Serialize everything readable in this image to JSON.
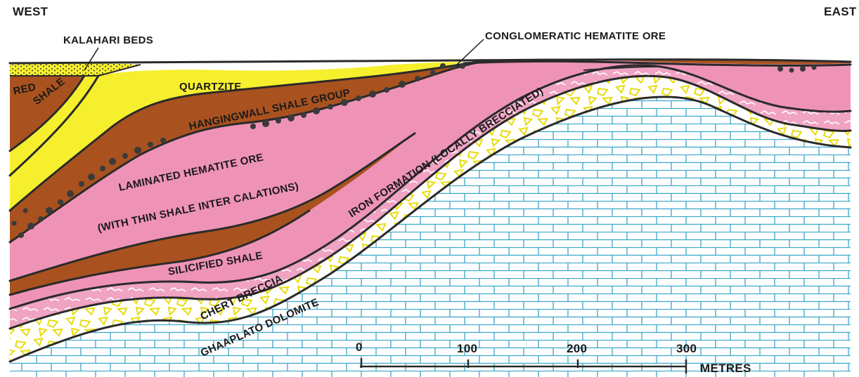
{
  "orientation": {
    "west": "WEST",
    "east": "EAST"
  },
  "units": {
    "kalahari_beds": "KALAHARI BEDS",
    "conglomeratic_hematite_ore": "CONGLOMERATIC HEMATITE ORE",
    "red": "RED",
    "shale": "SHALE",
    "quartzite": "QUARTZITE",
    "hangingwall_shale_group": "HANGINGWALL SHALE GROUP",
    "laminated_hematite_ore": "LAMINATED HEMATITE ORE",
    "with_thin_shale": "(WITH THIN SHALE INTER CALATIONS)",
    "iron_formation": "IRON FORMATION (LOCALLY BRECCIATED)",
    "silicified_shale": "SILICIFIED SHALE",
    "chert_breccia": "CHERT BRECCIA",
    "ghaaplato_dolomite": "GHAAPLATO DOLOMITE"
  },
  "scale_bar": {
    "ticks": [
      "0",
      "100",
      "200",
      "300"
    ],
    "unit": "METRES"
  },
  "colors": {
    "dolomite_line": "#3aa6c9",
    "chert_fill": "#ffffff",
    "breccia_clast": "#f4ea2a",
    "iron_formation": "#ef93b6",
    "hematite_ore": "#ef93b6",
    "shale_brown": "#a9521f",
    "quartzite_yellow": "#f6ef2e",
    "conglomerate_dot": "#3a3a3a",
    "outline": "#2a2a2a"
  }
}
